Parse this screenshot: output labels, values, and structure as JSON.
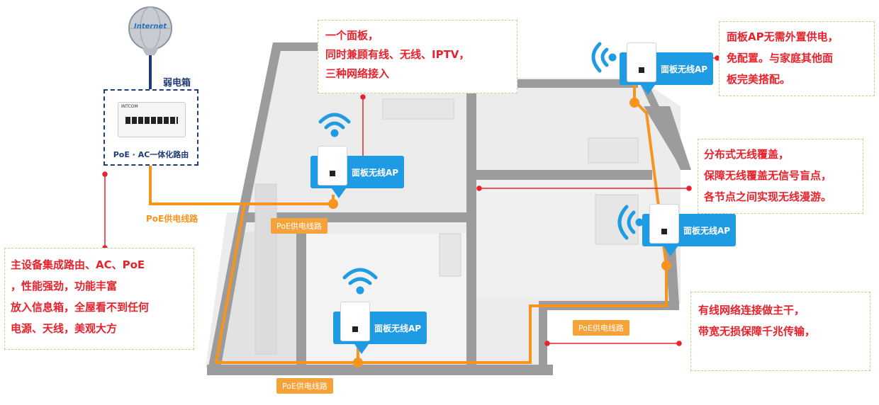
{
  "internet_label": "Internet",
  "weak_box_title": "弱电箱",
  "router": {
    "brand": "INTCOM",
    "caption": "PoE · AC一体化路由"
  },
  "poe_line_label": "PoE供电线路",
  "poe_tags": [
    "PoE供电线路",
    "PoE供电线路",
    "PoE供电线路"
  ],
  "ap_label": "面板无线AP",
  "ap_cards": [
    "面板无线AP",
    "面板无线AP",
    "面板无线AP",
    "面板无线AP"
  ],
  "callouts": {
    "top_center": [
      "一个面板，",
      "同时兼顾有线、无线、IPTV，",
      "三种网络接入"
    ],
    "top_right": [
      "面板AP无需外置供电，",
      "免配置。与家庭其他面",
      "板完美搭配。"
    ],
    "mid_right": [
      "分布式无线覆盖，",
      "保障无线覆盖无信号盲点，",
      "各节点之间实现无线漫游。"
    ],
    "bottom_right": [
      "有线网络连接做主干，",
      "带宽无损保障千兆传输，"
    ],
    "left": [
      "主设备集成路由、AC、PoE",
      "，性能强劲，功能丰富",
      "放入信息箱，全屋看不到任何",
      "电源、天线，美观大方"
    ]
  },
  "colors": {
    "wire": "#f7941d",
    "accent_red": "#e8222b",
    "ap_blue": "#1f9be3",
    "wall": "#9a9a9a",
    "floor": "#ececec",
    "callout_border": "#c9cf8a",
    "weak_box_border": "#1f3b73"
  },
  "icons": [
    "globe-icon",
    "wifi-icon",
    "ethernet-port-icon"
  ]
}
